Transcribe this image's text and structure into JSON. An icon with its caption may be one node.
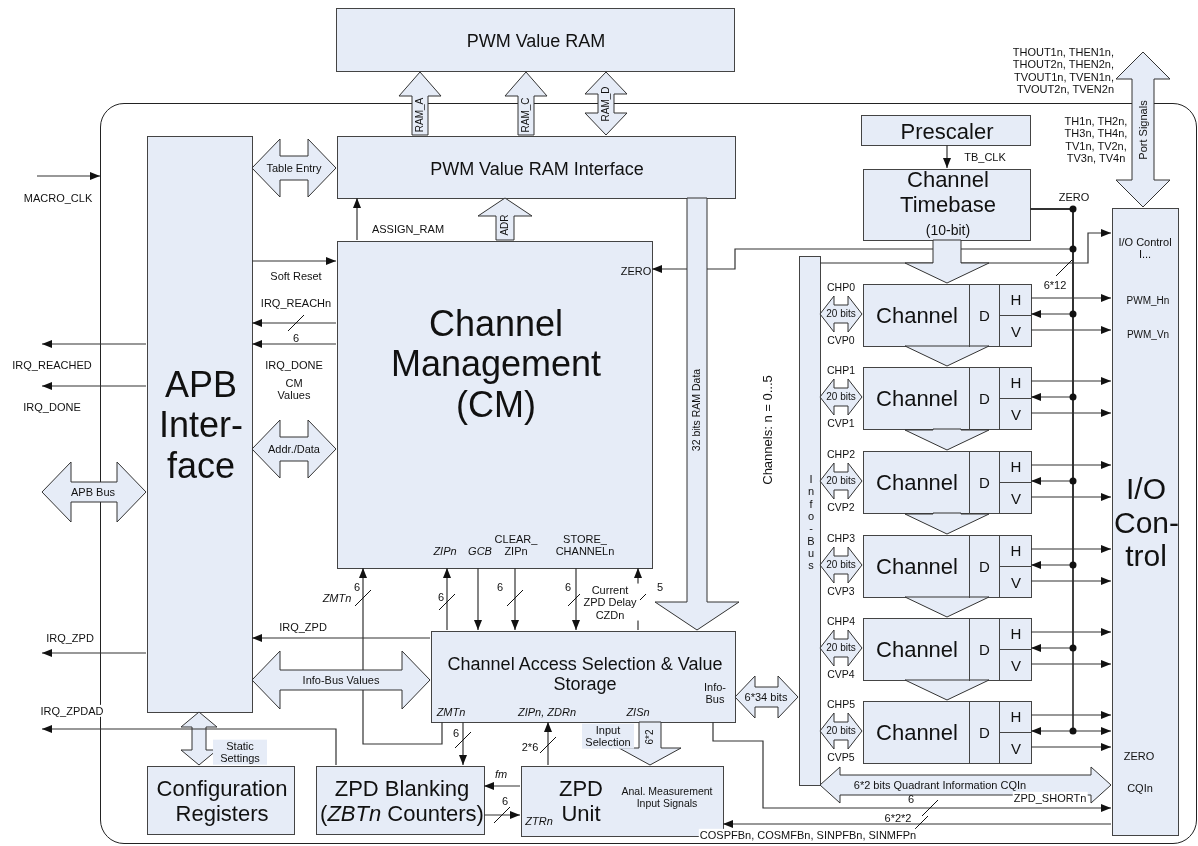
{
  "diagram": {
    "nodes": [
      {
        "text": [
          "PWM Value RAM"
        ]
      },
      {
        "text": [],
        "shape": "box"
      },
      {
        "text": [
          "PWM Value RAM Interface"
        ],
        "in": 1
      },
      {
        "text": [
          "APB Inter- face"
        ],
        "in": 1
      },
      {
        "text": [
          "Channel Management (CM)",
          "ZERO",
          "ZIPn",
          "GCB",
          "CLEAR_ ZIPn",
          "STORE_ CHANNELn"
        ],
        "in": 1
      },
      {
        "text": [
          "Prescaler"
        ],
        "in": 1
      },
      {
        "text": [
          "Channel Timebase",
          "(10-bit)"
        ],
        "in": 1
      },
      {
        "text": [
          "Channel Access Selection & Value Storage",
          "ZMTn",
          "ZIPn, ZDRn",
          "ZISn",
          "Info- Bus"
        ],
        "in": 1
      },
      {
        "text": [
          "I n f o - B u s"
        ],
        "in": 1
      },
      {
        "text": [
          "Channel",
          "D",
          "H",
          "V"
        ],
        "beside": [
          "CHP0",
          "CVP0"
        ],
        "in": 1
      },
      {
        "text": [
          "Channel",
          "D",
          "H",
          "V"
        ],
        "beside": [
          "CHP1",
          "CVP1"
        ],
        "in": 1
      },
      {
        "text": [
          "Channel",
          "D",
          "H",
          "V"
        ],
        "beside": [
          "CHP2",
          "CVP2"
        ],
        "in": 1
      },
      {
        "text": [
          "Channel",
          "D",
          "H",
          "V"
        ],
        "beside": [
          "CHP3",
          "CVP3"
        ],
        "in": 1
      },
      {
        "text": [
          "Channel",
          "D",
          "H",
          "V"
        ],
        "beside": [
          "CHP4",
          "CVP4"
        ],
        "in": 1
      },
      {
        "text": [
          "Channel",
          "D",
          "H",
          "V"
        ],
        "beside": [
          "CHP5",
          "CVP5"
        ],
        "in": 1
      },
      {
        "text": [
          "I/O Control I...",
          "PWM_Hn",
          "PWM_Vn",
          "I/O Con- trol",
          "ZERO",
          "CQIn"
        ],
        "in": 1
      },
      {
        "text": [
          "Configuration Registers"
        ],
        "in": 1
      },
      {
        "text": [
          "ZPD Blanking (*ZBTn* Counters)"
        ],
        "in": 1
      },
      {
        "text": [
          "ZPD Unit",
          "ZTRn",
          "Anal. Measurement Input Signals"
        ],
        "in": 1
      }
    ],
    "edges": [
      {
        "from": 2,
        "to": 0,
        "arrow": "to",
        "label": "RAM_A",
        "style": "thick"
      },
      {
        "from": 2,
        "to": 0,
        "arrow": "to",
        "label": "RAM_C",
        "style": "thick"
      },
      {
        "from": 2,
        "to": 0,
        "arrow": "both",
        "label": "RAM_D",
        "style": "thick"
      },
      {
        "from": 3,
        "to": 2,
        "arrow": "both",
        "label": "Table Entry",
        "style": "thick"
      },
      {
        "from": 4,
        "to": 2,
        "arrow": "to",
        "label": "ASSIGN_RAM"
      },
      {
        "from": 4,
        "to": 2,
        "arrow": "to",
        "label": "ADR",
        "style": "thick"
      },
      {
        "from": null,
        "to": 1,
        "arrow": "to",
        "label": "MACRO_CLK"
      },
      {
        "from": 3,
        "to": 4,
        "arrow": "to",
        "label": "Soft Reset"
      },
      {
        "from": 4,
        "to": 3,
        "arrow": "to",
        "label": "IRQ_REACHn"
      },
      {
        "from": 4,
        "to": 3,
        "arrow": "to",
        "label": "IRQ_DONE"
      },
      {
        "from": 3,
        "to": null,
        "arrow": "to",
        "label": "IRQ_REACHED"
      },
      {
        "from": 3,
        "to": null,
        "arrow": "to",
        "label": "IRQ_DONE"
      },
      {
        "from": 3,
        "to": 4,
        "arrow": "both",
        "label": "Addr./Data",
        "style": "thick"
      },
      {
        "from": null,
        "to": 3,
        "arrow": "both",
        "label": "APB Bus",
        "style": "thick"
      },
      {
        "from": 5,
        "to": 6,
        "arrow": "to",
        "label": "TB_CLK"
      },
      {
        "from": 6,
        "to": 4,
        "arrow": "to",
        "label": "ZERO"
      },
      {
        "from": 6,
        "to": 15,
        "arrow": "to"
      },
      {
        "from": 8,
        "to": 15,
        "arrow": "to"
      },
      {
        "from": 6,
        "to": 9,
        "arrow": "to",
        "style": "thick"
      },
      {
        "from": 9,
        "to": 10,
        "arrow": "to",
        "style": "thick"
      },
      {
        "from": 10,
        "to": 11,
        "arrow": "to",
        "style": "thick"
      },
      {
        "from": 11,
        "to": 12,
        "arrow": "to",
        "style": "thick"
      },
      {
        "from": 12,
        "to": 13,
        "arrow": "to",
        "style": "thick"
      },
      {
        "from": 13,
        "to": 14,
        "arrow": "to",
        "style": "thick"
      },
      {
        "from": 8,
        "to": 9,
        "arrow": "both",
        "label": "20 bits",
        "style": "thick"
      },
      {
        "from": 8,
        "to": 10,
        "arrow": "both",
        "label": "20 bits",
        "style": "thick"
      },
      {
        "from": 8,
        "to": 11,
        "arrow": "both",
        "label": "20 bits",
        "style": "thick"
      },
      {
        "from": 8,
        "to": 12,
        "arrow": "both",
        "label": "20 bits",
        "style": "thick"
      },
      {
        "from": 8,
        "to": 13,
        "arrow": "both",
        "label": "20 bits",
        "style": "thick"
      },
      {
        "from": 8,
        "to": 14,
        "arrow": "both",
        "label": "20 bits",
        "style": "thick"
      },
      {
        "from": 9,
        "to": 15,
        "arrow": "to"
      },
      {
        "from": 10,
        "to": 15,
        "arrow": "to"
      },
      {
        "from": 11,
        "to": 15,
        "arrow": "to"
      },
      {
        "from": 12,
        "to": 15,
        "arrow": "to"
      },
      {
        "from": 13,
        "to": 15,
        "arrow": "to"
      },
      {
        "from": 14,
        "to": 15,
        "arrow": "to"
      },
      {
        "from": 9,
        "to": 15,
        "arrow": "to"
      },
      {
        "from": 10,
        "to": 15,
        "arrow": "to"
      },
      {
        "from": 11,
        "to": 15,
        "arrow": "to"
      },
      {
        "from": 12,
        "to": 15,
        "arrow": "to"
      },
      {
        "from": 13,
        "to": 15,
        "arrow": "to"
      },
      {
        "from": 14,
        "to": 15,
        "arrow": "to"
      },
      {
        "from": 6,
        "to": 9,
        "arrow": "to"
      },
      {
        "from": 6,
        "to": 10,
        "arrow": "to"
      },
      {
        "from": 6,
        "to": 11,
        "arrow": "to"
      },
      {
        "from": 6,
        "to": 12,
        "arrow": "to"
      },
      {
        "from": 6,
        "to": 13,
        "arrow": "to"
      },
      {
        "from": 6,
        "to": 14,
        "arrow": "to"
      },
      {
        "from": null,
        "to": 15,
        "arrow": "both",
        "label": "Port Signals",
        "style": "thick"
      },
      {
        "from": 2,
        "to": 7,
        "arrow": "to",
        "label": "32 bits RAM Data",
        "style": "thick"
      },
      {
        "from": 7,
        "to": 4,
        "arrow": "to",
        "label": "ZMTn"
      },
      {
        "from": 7,
        "to": 4,
        "arrow": "to"
      },
      {
        "from": 4,
        "to": 7,
        "arrow": "to"
      },
      {
        "from": 4,
        "to": 7,
        "arrow": "to"
      },
      {
        "from": 4,
        "to": 7,
        "arrow": "to"
      },
      {
        "from": 7,
        "to": 4,
        "arrow": "to",
        "label": "Current ZPD Delay CZDn"
      },
      {
        "from": 7,
        "to": 3,
        "arrow": "to",
        "label": "IRQ_ZPD"
      },
      {
        "from": 3,
        "to": null,
        "arrow": "to",
        "label": "IRQ_ZPD"
      },
      {
        "from": 3,
        "to": 7,
        "arrow": "both",
        "label": "Info-Bus Values",
        "style": "thick"
      },
      {
        "from": 7,
        "to": 8,
        "arrow": "both",
        "label": "6*34 bits",
        "style": "thick"
      },
      {
        "from": 3,
        "to": 16,
        "arrow": "both",
        "label": "Static Settings",
        "style": "thick"
      },
      {
        "from": 17,
        "to": null,
        "arrow": "to",
        "label": "IRQ_ZPDAD"
      },
      {
        "from": 7,
        "to": 17,
        "arrow": "to"
      },
      {
        "from": 18,
        "to": 17,
        "arrow": "to",
        "label": "fm"
      },
      {
        "from": 17,
        "to": 18,
        "arrow": "to"
      },
      {
        "from": 18,
        "to": 7,
        "arrow": "to"
      },
      {
        "from": 7,
        "to": 18,
        "arrow": "to",
        "label": "Input Selection",
        "style": "thick"
      },
      {
        "from": 7,
        "to": 15,
        "arrow": "to",
        "label": "ZPD_SHORTn"
      },
      {
        "from": 15,
        "to": 18,
        "arrow": "to",
        "label": "COSPFBn, COSMFBn, SINPFBn, SINMFPn"
      },
      {
        "from": 8,
        "to": 15,
        "arrow": "both",
        "label": "6*2 bits Quadrant Information CQIn",
        "style": "thick"
      }
    ],
    "labels": [
      "THOUT1n, THEN1n, THOUT2n, THEN2n, TVOUT1n, TVEN1n, TVOUT2n, TVEN2n",
      "TH1n, TH2n, TH3n, TH4n, TV1n, TV2n, TV3n, TV4n",
      "6*12",
      "6",
      "CM Values",
      "Channels: n = 0...5",
      "6",
      "6",
      "6",
      "6",
      "5",
      "6",
      "2*6",
      "6*2",
      "6",
      "6",
      "6*2*2"
    ]
  }
}
